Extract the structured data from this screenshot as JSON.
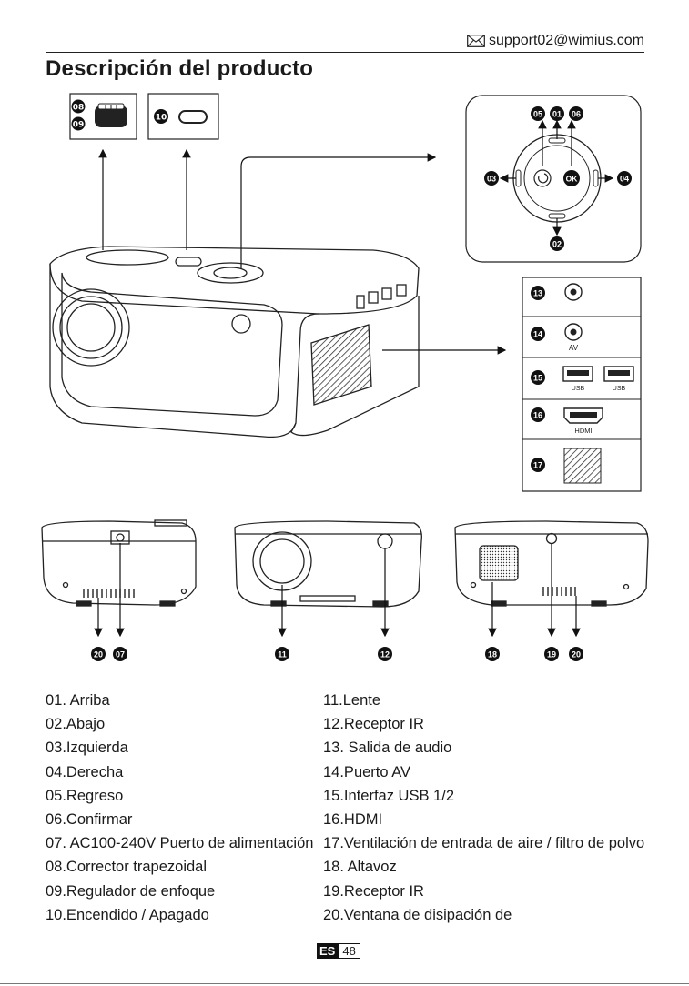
{
  "header": {
    "email": "support02@wimius.com",
    "title": "Descripción del producto"
  },
  "callouts": {
    "top_left": [
      "08",
      "09"
    ],
    "power": "10",
    "dpad": [
      "05",
      "01",
      "06",
      "03",
      "04",
      "02"
    ],
    "ports": [
      "13",
      "14",
      "15",
      "16",
      "17"
    ],
    "bottom_views": [
      "20",
      "07",
      "11",
      "12",
      "18",
      "19",
      "20"
    ]
  },
  "port_labels": {
    "audio": "",
    "av": "AV",
    "usb1": "USB",
    "usb2": "USB",
    "hdmi": "HDMI"
  },
  "dpad_ok": "OK",
  "legend_left": [
    "01. Arriba",
    "02.Abajo",
    "03.Izquierda",
    "04.Derecha",
    "05.Regreso",
    "06.Confirmar",
    "07. AC100-240V Puerto de alimentación",
    "08.Corrector trapezoidal",
    "09.Regulador de enfoque",
    "10.Encendido / Apagado"
  ],
  "legend_right": [
    "11.Lente",
    "12.Receptor IR",
    "13. Salida de audio",
    "14.Puerto AV",
    "15.Interfaz USB 1/2",
    "16.HDMI",
    "17.Ventilación de entrada de aire / filtro de polvo",
    "18. Altavoz",
    "19.Receptor IR",
    "20.Ventana de disipación de"
  ],
  "page": {
    "lang": "ES",
    "number": "48"
  }
}
